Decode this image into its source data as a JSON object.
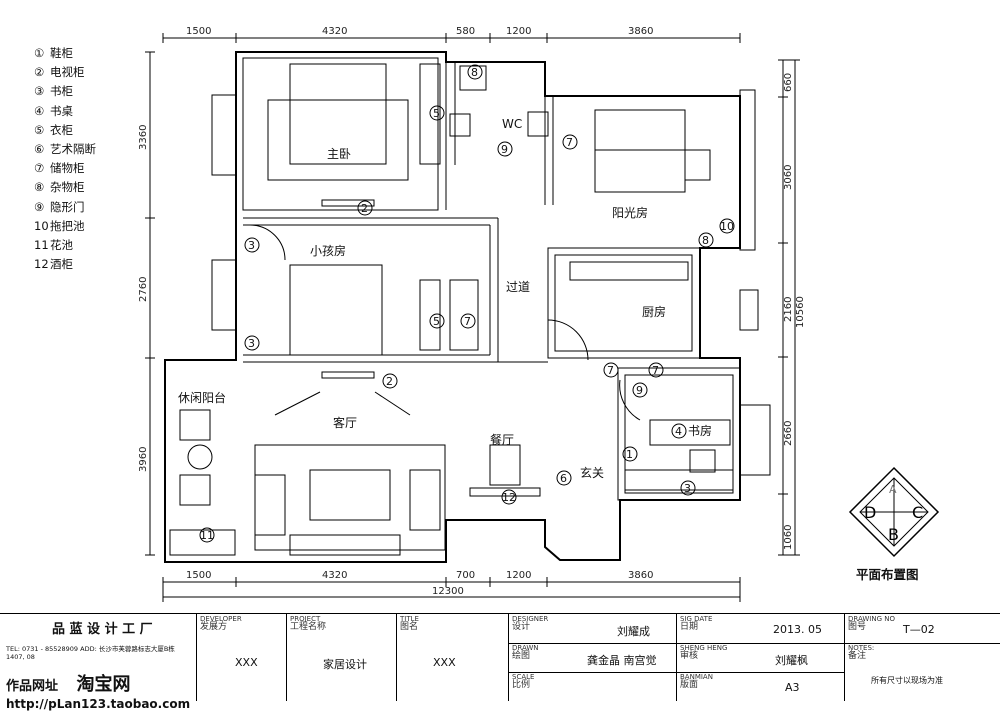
{
  "legend": [
    {
      "num": "①",
      "text": "鞋柜"
    },
    {
      "num": "②",
      "text": "电视柜"
    },
    {
      "num": "③",
      "text": "书柜"
    },
    {
      "num": "④",
      "text": "书桌"
    },
    {
      "num": "⑤",
      "text": "衣柜"
    },
    {
      "num": "⑥",
      "text": "艺术隔断"
    },
    {
      "num": "⑦",
      "text": "储物柜"
    },
    {
      "num": "⑧",
      "text": "杂物柜"
    },
    {
      "num": "⑨",
      "text": "隐形门"
    },
    {
      "num": "10",
      "text": "拖把池"
    },
    {
      "num": "11",
      "text": "花池"
    },
    {
      "num": "12",
      "text": "酒柜"
    }
  ],
  "rooms": {
    "master": "主卧",
    "kids": "小孩房",
    "sun": "阳光房",
    "wc": "WC",
    "corridor": "过道",
    "kitchen": "厨房",
    "balcony": "休闲阳台",
    "living": "客厅",
    "dining": "餐厅",
    "foyer": "玄关",
    "study": "书房"
  },
  "dims": {
    "top": [
      "1500",
      "4320",
      "580",
      "1200",
      "3860"
    ],
    "bottom": [
      "1500",
      "4320",
      "700",
      "1200",
      "3860"
    ],
    "total_bottom": "12300",
    "left": [
      "3360",
      "2760",
      "3960"
    ],
    "right": [
      "660",
      "3060",
      "2160",
      "2660",
      "1060"
    ],
    "total_right": "10560"
  },
  "markers": {
    "m1": "1",
    "m2": "2",
    "m3": "3",
    "m4": "4",
    "m5": "5",
    "m6": "6",
    "m7": "7",
    "m8": "8",
    "m9": "9",
    "m10": "10",
    "m11": "11",
    "m12": "12"
  },
  "compass": {
    "a": "A",
    "b": "B",
    "c": "C",
    "d": "D"
  },
  "caption": "平面布置图",
  "titleblock": {
    "company": "品 蓝 设 计 工 厂",
    "phone": "TEL: 0731 - 85528909     ADD: 长沙市芙蓉路标志大厦B栋1407, 08",
    "site_label": "作品网址",
    "site_brand": "淘宝网",
    "url": "http://pLan123.taobao.com",
    "developer_en": "DEVELOPER",
    "developer_cn": "发展方",
    "developer_val": "XXX",
    "project_en": "PROJECT",
    "project_cn": "工程名称",
    "project_val": "家居设计",
    "title_en": "TITLE",
    "title_cn": "图名",
    "title_val": "XXX",
    "designer_en": "DESIGNER",
    "designer_cn": "设计",
    "designer_val": "刘耀成",
    "drawn_en": "DRAWN",
    "drawn_cn": "绘图",
    "drawn_val": "龚金晶  南宫觉",
    "scale_en": "SCALE",
    "scale_cn": "比例",
    "sigdate_en": "SIG DATE",
    "sigdate_cn": "日期",
    "sigdate_val": "2013. 05",
    "check_en": "SHENG HENG",
    "check_cn": "审核",
    "check_val": "刘耀枫",
    "banmian_en": "BANMIAN",
    "banmian_cn": "版面",
    "banmian_val": "A3",
    "drawingno_en": "DRAWING  NO",
    "drawingno_cn": "图号",
    "drawingno_val": "T—02",
    "notes_en": "NOTES:",
    "notes_cn": "备注",
    "notes_val": "所有尺寸以现场为准"
  }
}
